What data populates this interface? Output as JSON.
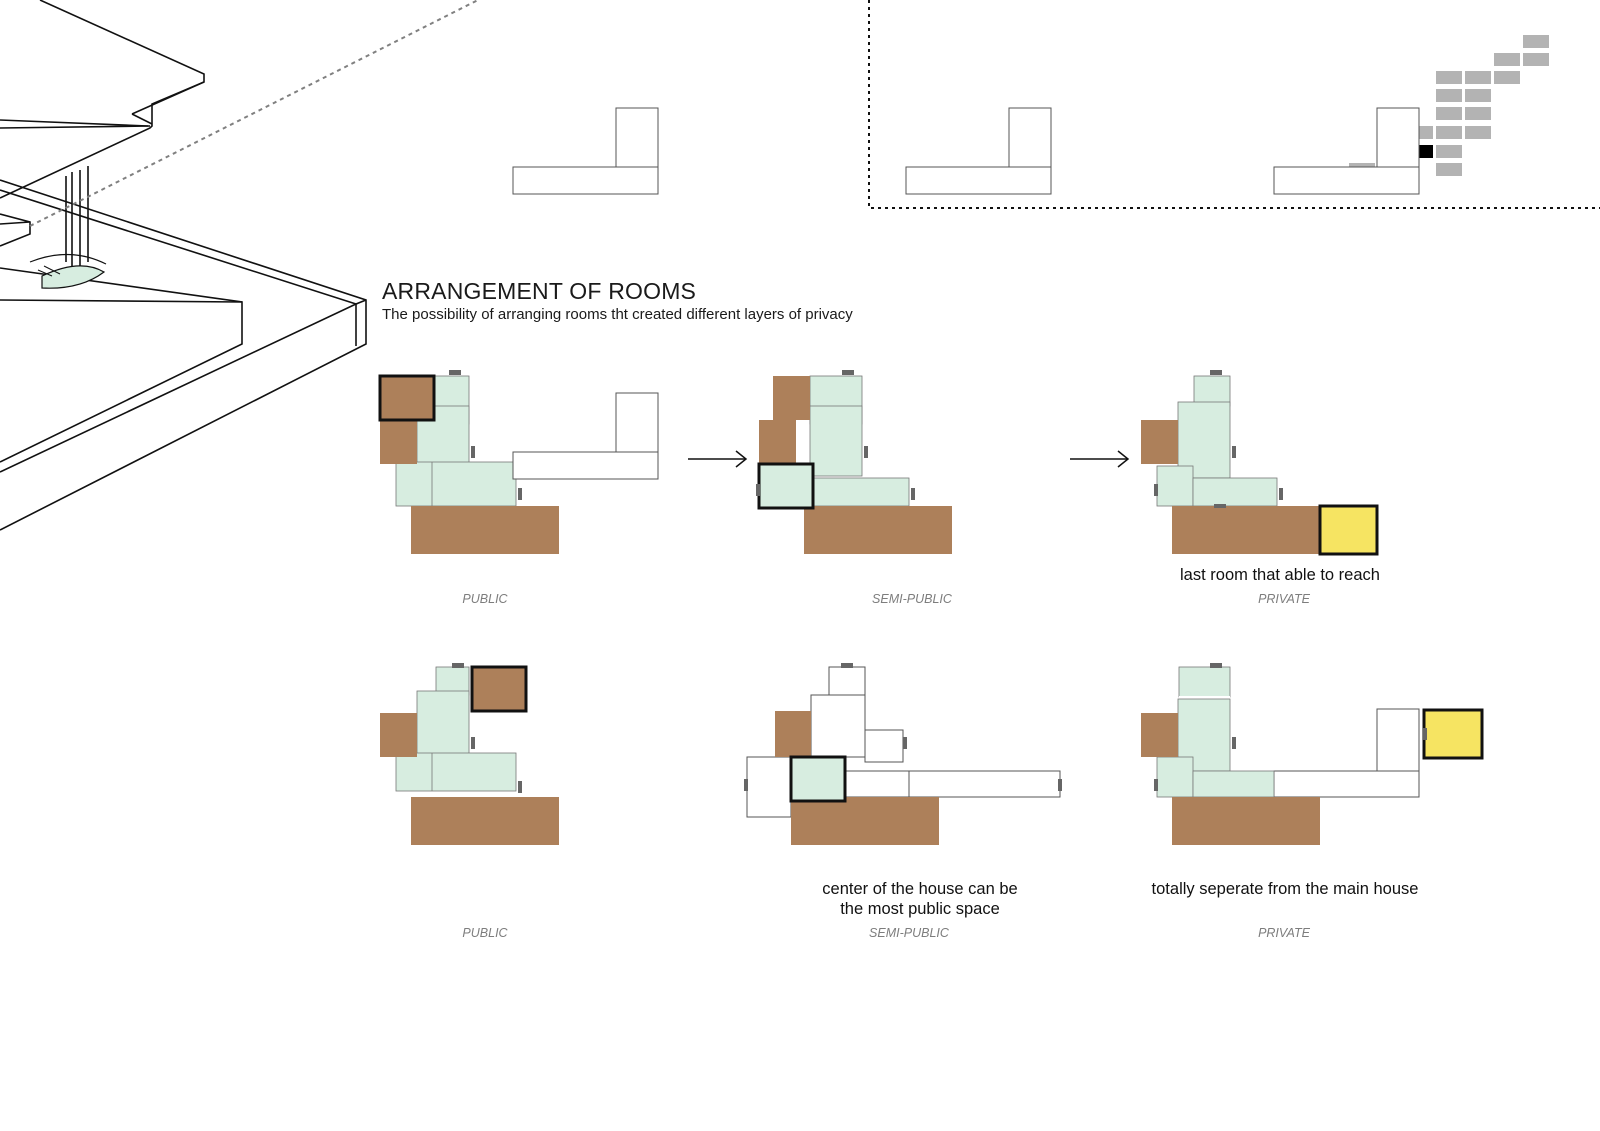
{
  "heading": {
    "title": "ARRANGEMENT OF ROOMS",
    "subtitle": "The possibility of arranging rooms tht created different layers of privacy"
  },
  "row1": {
    "captions": [
      "PUBLIC",
      "SEMI-PUBLIC",
      "PRIVATE"
    ],
    "note_private": "last room that able to reach"
  },
  "row2": {
    "captions": [
      "PUBLIC",
      "SEMI-PUBLIC",
      "PRIVATE"
    ],
    "note_semi_public_line1": "center of the house can be",
    "note_semi_public_line2": "the most public space",
    "note_private": "totally seperate from the main house"
  },
  "colors": {
    "brown": "#ad805a",
    "mint": "#d7ede0",
    "yellow": "#f6e462",
    "highlight_border": "#111111",
    "key_grey": "#b3b3b3",
    "key_active": "#000000"
  }
}
